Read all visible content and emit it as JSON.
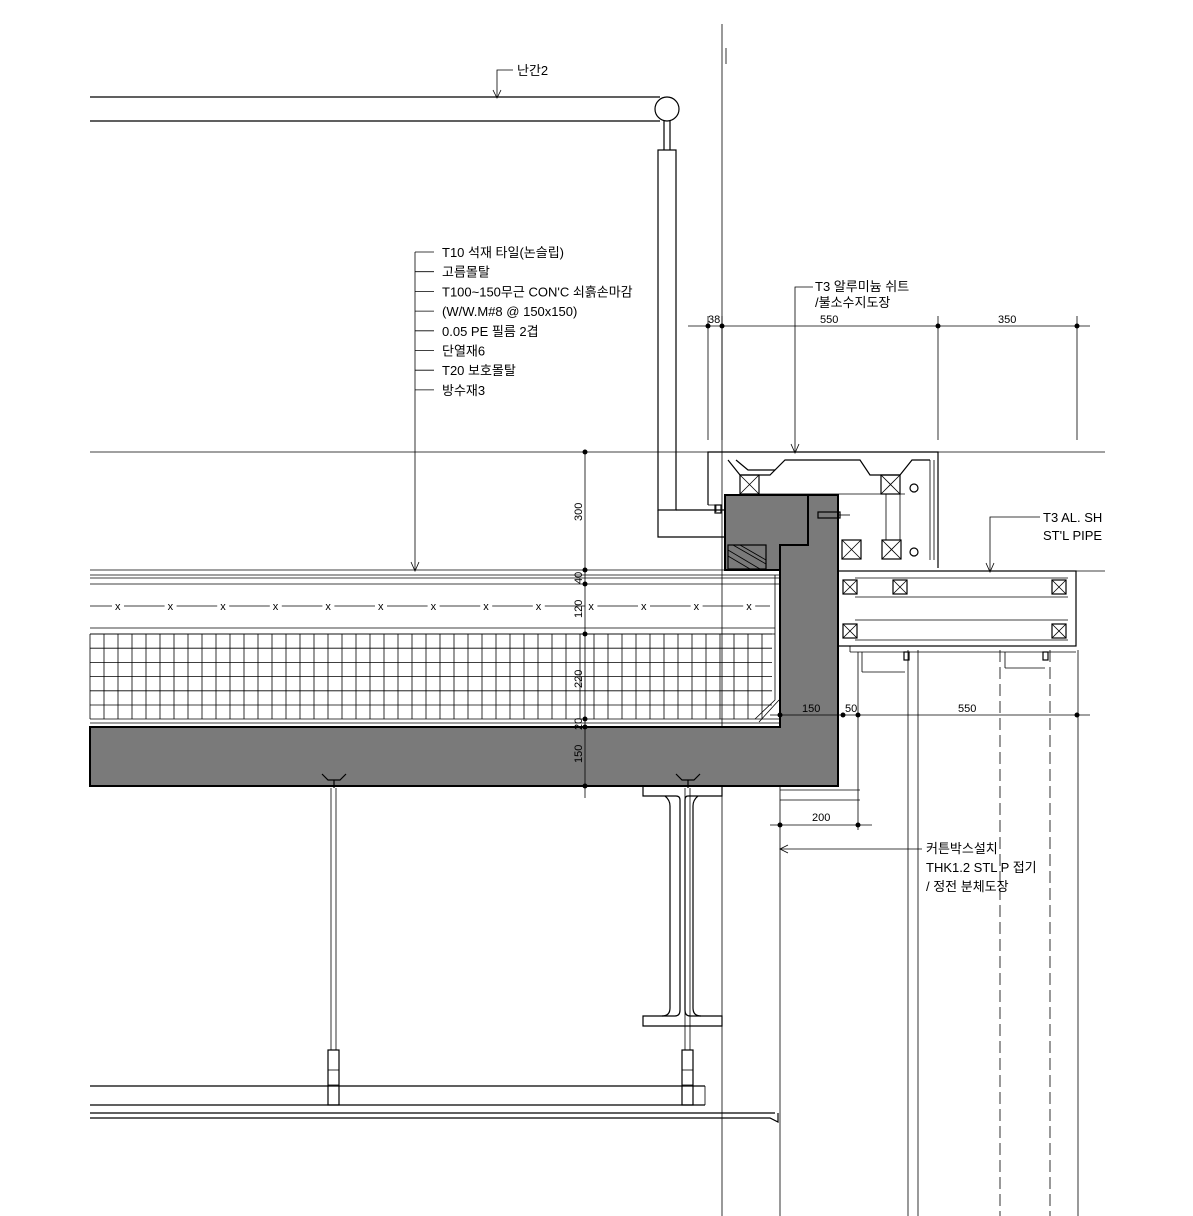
{
  "labels": {
    "railing": "난간2",
    "floor_layers": [
      "T10 석재 타일(논슬립)",
      "고름몰탈",
      "T100~150무근 CON'C 쇠흙손마감",
      "(W/W.M#8 @ 150x150)",
      "0.05 PE 필름 2겹",
      "단열재6",
      "T20 보호몰탈",
      "방수재3"
    ],
    "alu_sheet": [
      "T3 알루미늄 쉬트",
      "/불소수지도장"
    ],
    "al_sheet_pipe": [
      "T3 AL. SH",
      "ST'L PIPE"
    ],
    "curtain_box": [
      "커튼박스설치",
      "THK1.2 STL P  접기",
      "/ 정전 분체도장"
    ]
  },
  "dimensions": {
    "top": [
      "38",
      "550",
      "350"
    ],
    "vertical": [
      "300",
      "40",
      "120",
      "220",
      "20",
      "150"
    ],
    "slab_edge": [
      "150",
      "50",
      "550"
    ],
    "bottom": "200"
  }
}
